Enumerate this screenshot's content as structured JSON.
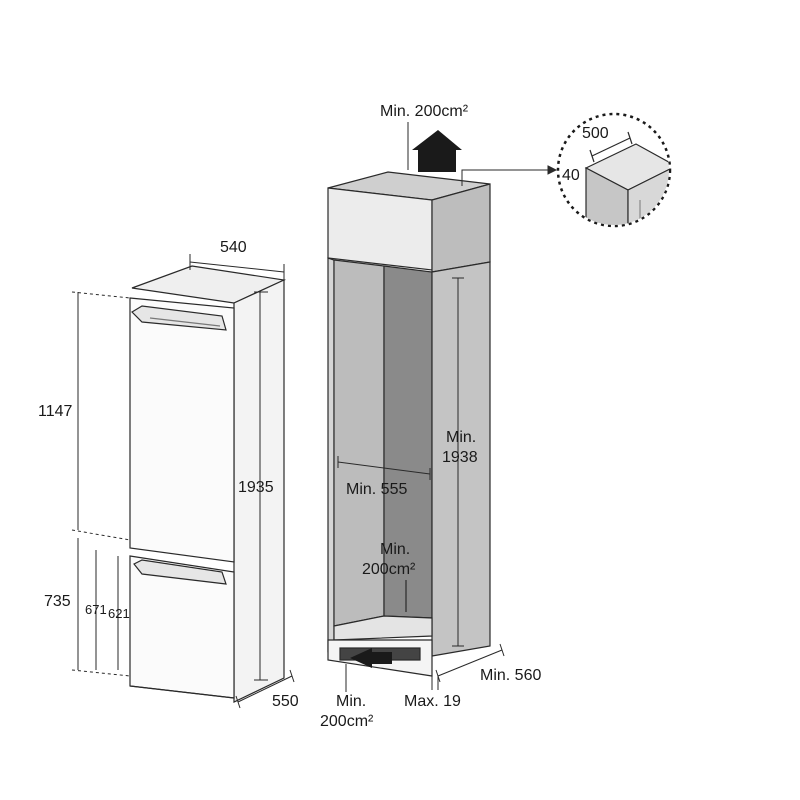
{
  "fridge": {
    "width": "540",
    "height_total": "1935",
    "upper_height": "1147",
    "lower_height": "735",
    "lower_inner_1": "671",
    "lower_inner_2": "621",
    "depth": "550"
  },
  "cabinet": {
    "top_vent": "Min. 200cm²",
    "inner_width": "Min. 555",
    "inner_height_line1": "Min.",
    "inner_height_line2": "1938",
    "mid_vent_line1": "Min.",
    "mid_vent_line2": "200cm²",
    "bottom_vent_line1": "Min.",
    "bottom_vent_line2": "200cm²",
    "plinth": "Max. 19",
    "depth": "Min. 560"
  },
  "detail": {
    "width": "500",
    "height": "40"
  },
  "colors": {
    "line": "#2a2a2a",
    "cabinet_inner": "#b9b9b9",
    "cabinet_back": "#8a8a8a",
    "cabinet_top": "#dedede",
    "fridge_body": "#f6f6f6"
  }
}
